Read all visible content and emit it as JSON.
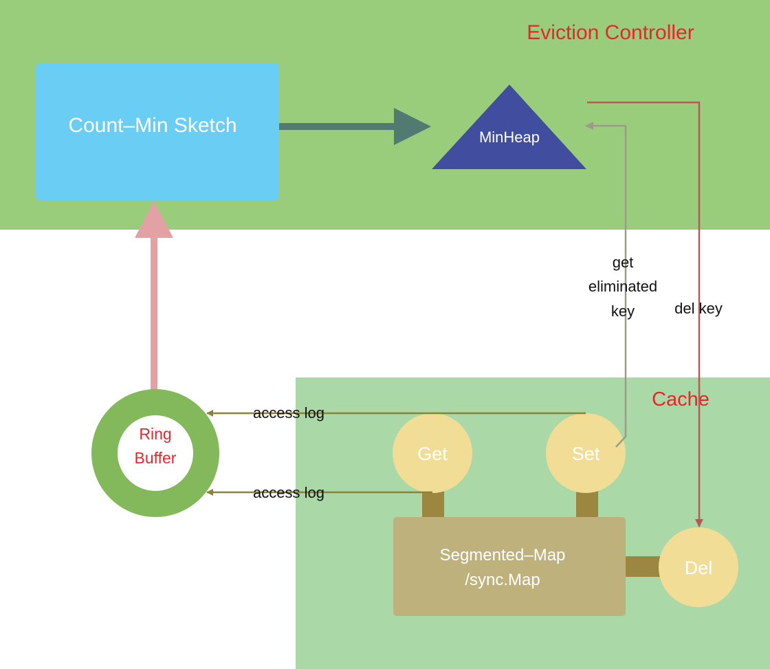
{
  "regions": {
    "eviction": {
      "label": "Eviction Controller",
      "color": "#99cd7c",
      "label_color": "#e8262a"
    },
    "cache": {
      "label": "Cache",
      "color": "#aad8a6",
      "label_color": "#e8262a"
    }
  },
  "nodes": {
    "count_min_sketch": {
      "label": "Count–Min Sketch",
      "color": "#6acef4"
    },
    "min_heap": {
      "label": "MinHeap",
      "color": "#414d9f"
    },
    "ring_buffer": {
      "label_line1": "Ring",
      "label_line2": "Buffer",
      "ring_color": "#83b95a",
      "label_color": "#e8262a"
    },
    "get": {
      "label": "Get",
      "color": "#f2dd97"
    },
    "set": {
      "label": "Set",
      "color": "#f2dd97"
    },
    "del": {
      "label": "Del",
      "color": "#f2dd97"
    },
    "segmented_map": {
      "label_line1": "Segmented–Map",
      "label_line2": "/sync.Map",
      "color": "#bfb17b",
      "connector_color": "#9b8740"
    }
  },
  "edges": {
    "access_log_set": {
      "label": "access log",
      "color": "#8d8239"
    },
    "access_log_get": {
      "label": "access log",
      "color": "#8d8239"
    },
    "get_eliminated_key": {
      "label_line1": "get",
      "label_line2": "eliminated",
      "label_line3": "key",
      "color": "#9b9b88"
    },
    "del_key": {
      "label": "del key",
      "color": "#b65a57"
    },
    "sketch_to_heap": {
      "color": "#507a72"
    },
    "ring_to_sketch": {
      "color": "#e2a1a3"
    }
  }
}
